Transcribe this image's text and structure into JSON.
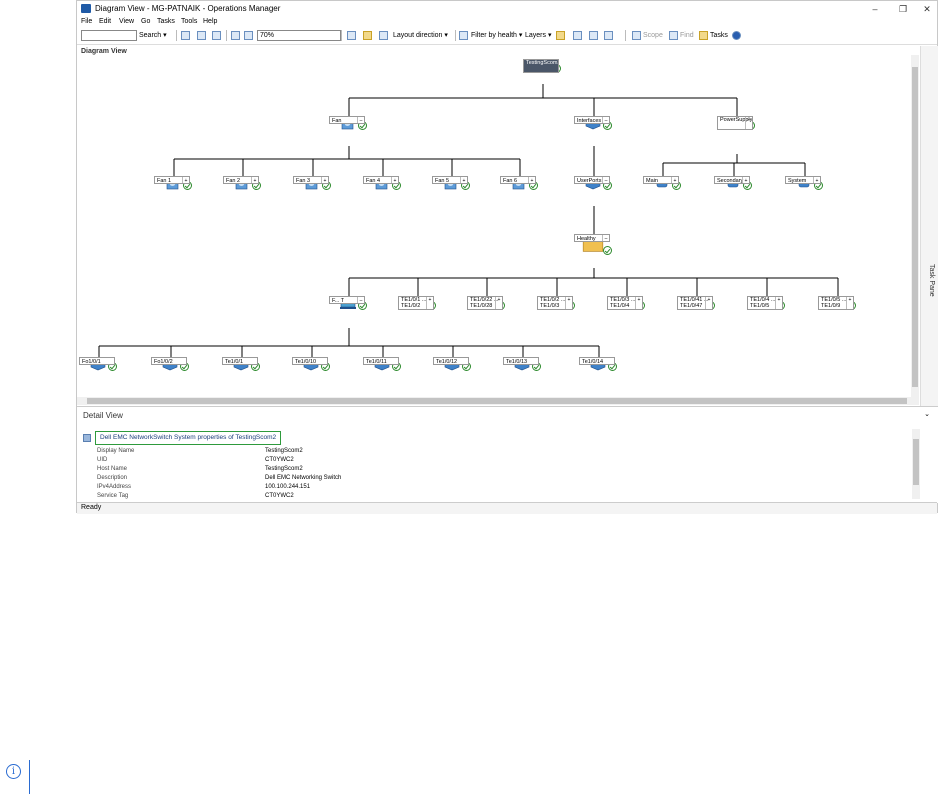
{
  "window": {
    "title": "Diagram View - MG-PATNAIK - Operations Manager",
    "controls": [
      "–",
      "❐",
      "✕"
    ]
  },
  "menu": [
    "File",
    "Edit",
    "View",
    "Go",
    "Tasks",
    "Tools",
    "Help"
  ],
  "toolbar": {
    "search_label": "Search ▾",
    "zoom_value": "70%",
    "layout_direction": "Layout direction ▾",
    "filter_by_health": "Filter by health ▾",
    "layers": "Layers ▾",
    "scope": "Scope",
    "find": "Find",
    "tasks": "Tasks"
  },
  "diagram": {
    "label": "Diagram View",
    "root": "TestingScom2",
    "nodes": {
      "fan": "Fan",
      "interfaces": "Interfaces",
      "power": "PowerSupply",
      "fan1": "Fan 1",
      "fan2": "Fan 2",
      "fan3": "Fan 3",
      "fan4": "Fan 4",
      "fan5": "Fan 5",
      "fan6": "Fan 6",
      "userports": "UserPorts",
      "main": "Main",
      "secondary": "Secondary",
      "system": "System",
      "healthy": "Healthy",
      "p1": "F... T",
      "p2": "TE1/0/1 ... TE1/0/2",
      "p3": "TE1/0/22 ... TE1/0/28",
      "p4": "TE1/0/2 ... TE1/0/3",
      "p5": "TE1/0/3 ... TE1/0/4",
      "p6": "TE1/0/41 ... TE1/0/47",
      "p7": "TE1/0/4 ... TE1/0/5",
      "p8": "TE1/0/5 ... TE1/0/9",
      "l1": "Fo1/0/1",
      "l2": "Fo1/0/2",
      "l3": "Te1/0/1",
      "l4": "Te1/0/10",
      "l5": "Te1/0/11",
      "l6": "Te1/0/12",
      "l7": "Te1/0/13",
      "l8": "Te1/0/14"
    }
  },
  "task_pane": "Task Pane",
  "detail": {
    "header": "Detail View",
    "title": "Dell EMC NetworkSwitch System properties of TestingScom2",
    "rows": [
      {
        "k": "Display Name",
        "v": "TestingScom2"
      },
      {
        "k": "UID",
        "v": "CT0YWC2"
      },
      {
        "k": "Host Name",
        "v": "TestingScom2"
      },
      {
        "k": "Description",
        "v": "Dell EMC Networking Switch"
      },
      {
        "k": "IPv4Address",
        "v": "100.100.244.151"
      },
      {
        "k": "Service Tag",
        "v": "CT0YWC2"
      }
    ]
  },
  "status": "Ready",
  "info_glyph": "i",
  "colors": {
    "health_ok": "#2d8a2d",
    "node_icon": "#3f82c9",
    "folder": "#f0c050",
    "highlight": "#2e9a3c"
  }
}
